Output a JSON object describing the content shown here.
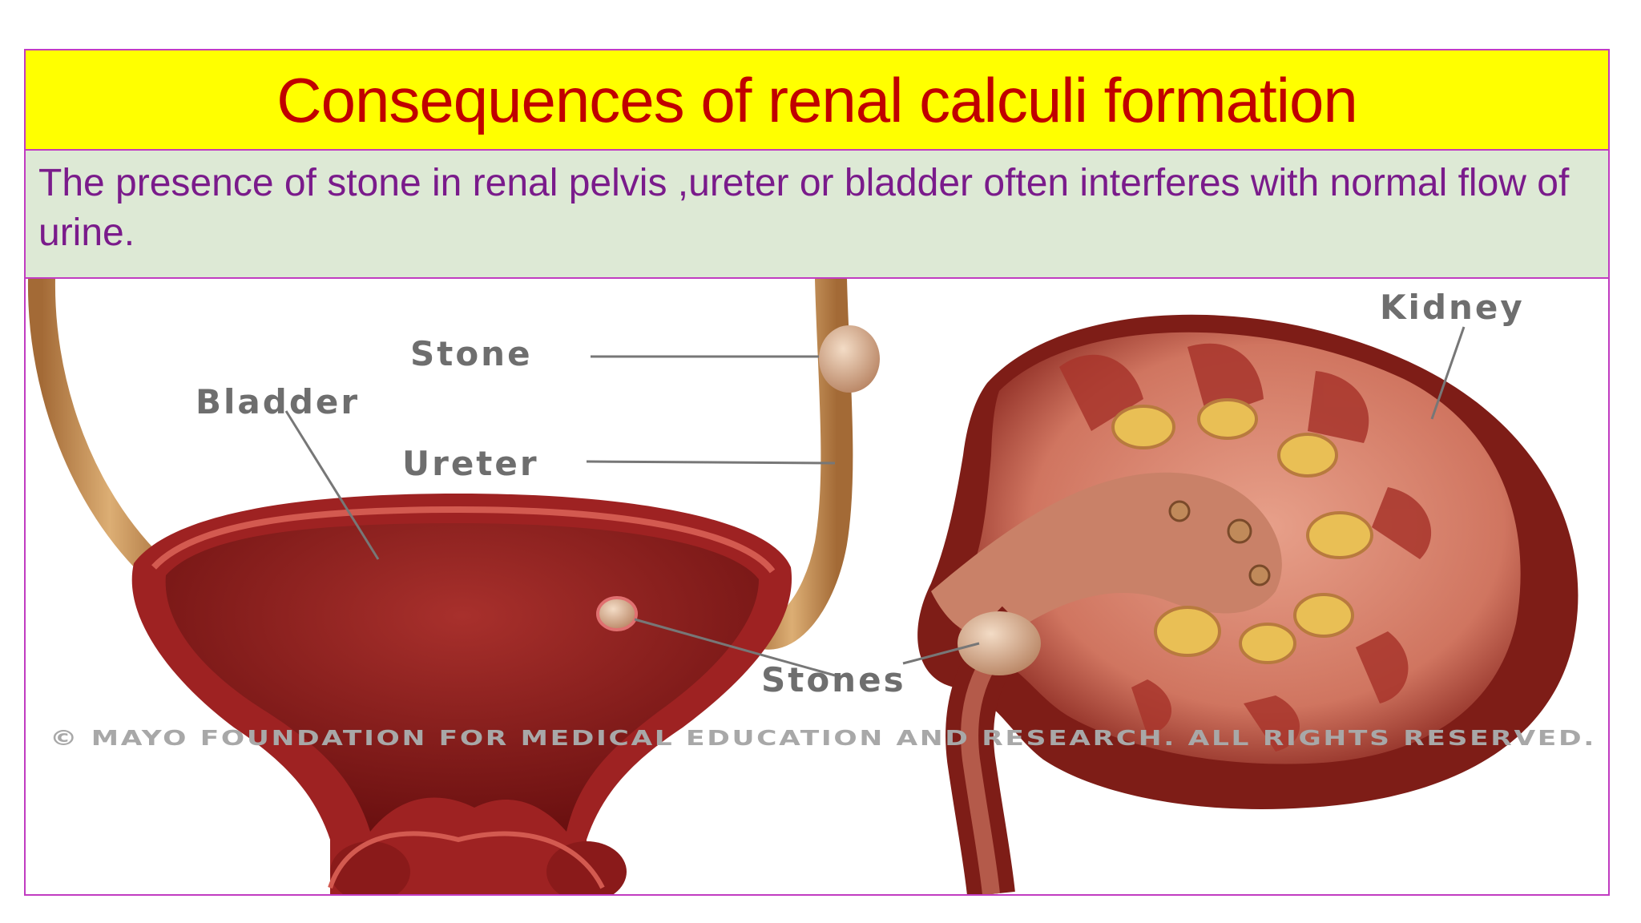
{
  "slide": {
    "title": "Consequences of renal calculi formation",
    "body": "The presence of stone in renal pelvis ,ureter or bladder often interferes with normal flow of urine."
  },
  "illustration": {
    "labels": {
      "stone": "Stone",
      "bladder": "Bladder",
      "ureter": "Ureter",
      "kidney": "Kidney",
      "stones": "Stones"
    },
    "copyright": "© MAYO FOUNDATION FOR MEDICAL EDUCATION AND RESEARCH. ALL RIGHTS RESERVED.",
    "colors": {
      "tissue_dark": "#7a1414",
      "tissue_mid": "#a52a2a",
      "tissue_light": "#d9826b",
      "ureter_tan": "#c9965a",
      "stone_beige": "#e0b795",
      "calyx_gold": "#e9bf55"
    }
  },
  "colors": {
    "title_background": "#ffff00",
    "title_text": "#c00000",
    "body_background": "#dde9d5",
    "body_text": "#7a1b8b",
    "frame_border": "#c13cc1"
  }
}
